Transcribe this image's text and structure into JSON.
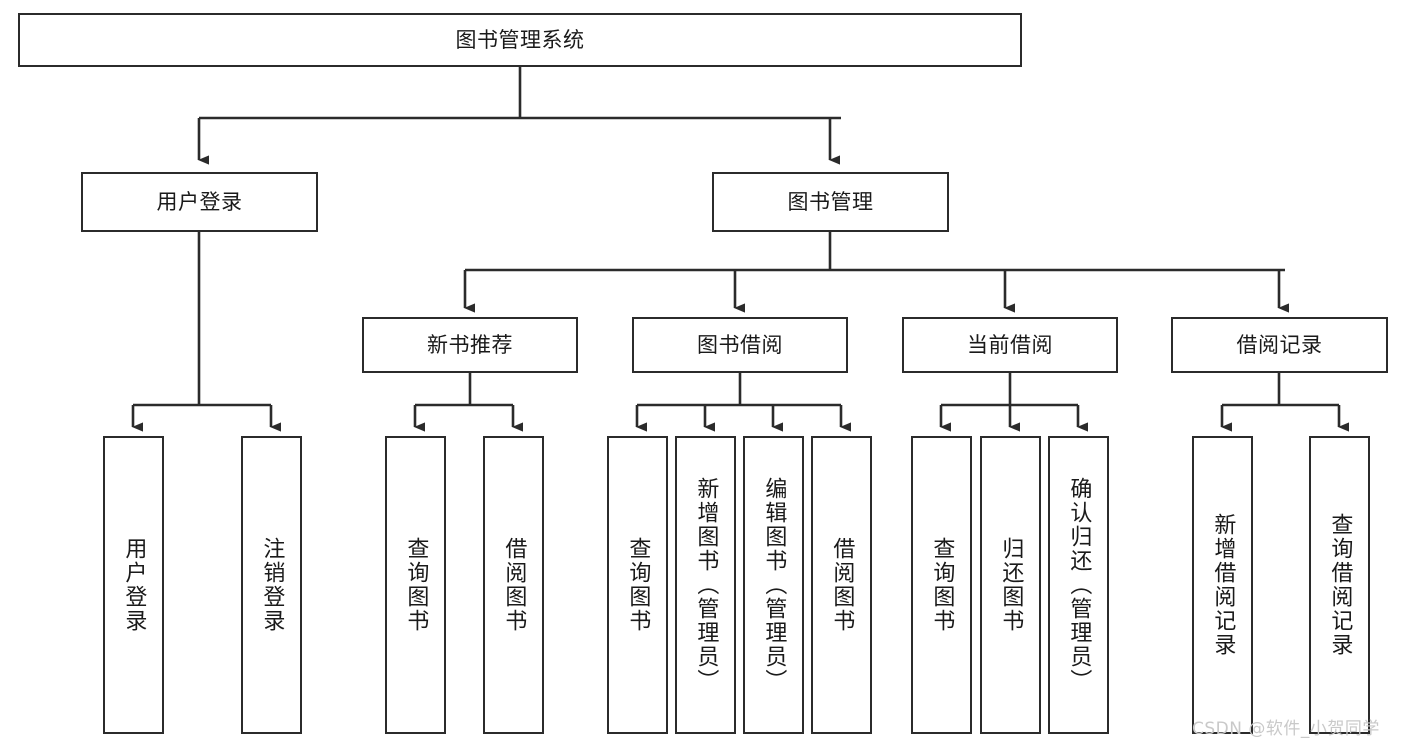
{
  "diagram": {
    "type": "tree-hierarchy",
    "title": "图书管理系统",
    "root": {
      "label": "图书管理系统"
    },
    "level2": [
      {
        "id": "user-login",
        "label": "用户登录"
      },
      {
        "id": "book-management",
        "label": "图书管理"
      }
    ],
    "level3": [
      {
        "id": "new-book-recommend",
        "label": "新书推荐",
        "parent": "book-management"
      },
      {
        "id": "book-borrow",
        "label": "图书借阅",
        "parent": "book-management"
      },
      {
        "id": "current-borrow",
        "label": "当前借阅",
        "parent": "book-management"
      },
      {
        "id": "borrow-record",
        "label": "借阅记录",
        "parent": "book-management"
      }
    ],
    "leaves": [
      {
        "id": "leaf-user-login",
        "label": "用户登录",
        "parent": "user-login"
      },
      {
        "id": "leaf-logout-login",
        "label": "注销登录",
        "parent": "user-login"
      },
      {
        "id": "leaf-query-book-1",
        "label": "查询图书",
        "parent": "new-book-recommend"
      },
      {
        "id": "leaf-borrow-book-1",
        "label": "借阅图书",
        "parent": "new-book-recommend"
      },
      {
        "id": "leaf-query-book-2",
        "label": "查询图书",
        "parent": "book-borrow"
      },
      {
        "id": "leaf-add-book",
        "label": "新增图书（管理员）",
        "parent": "book-borrow"
      },
      {
        "id": "leaf-edit-book",
        "label": "编辑图书（管理员）",
        "parent": "book-borrow"
      },
      {
        "id": "leaf-borrow-book-2",
        "label": "借阅图书",
        "parent": "book-borrow"
      },
      {
        "id": "leaf-query-book-3",
        "label": "查询图书",
        "parent": "current-borrow"
      },
      {
        "id": "leaf-return-book",
        "label": "归还图书",
        "parent": "current-borrow"
      },
      {
        "id": "leaf-confirm-return",
        "label": "确认归还（管理员）",
        "parent": "current-borrow"
      },
      {
        "id": "leaf-add-record",
        "label": "新增借阅记录",
        "parent": "borrow-record"
      },
      {
        "id": "leaf-query-record",
        "label": "查询借阅记录",
        "parent": "borrow-record"
      }
    ],
    "colors": {
      "box_border": "#2b2b2b",
      "box_fill": "#ffffff",
      "connector": "#2b2b2b",
      "text": "#1a1a1a",
      "watermark": "#c9c9c9",
      "background": "#ffffff"
    }
  },
  "watermark": {
    "text": "CSDN @软件_小贺同学"
  }
}
